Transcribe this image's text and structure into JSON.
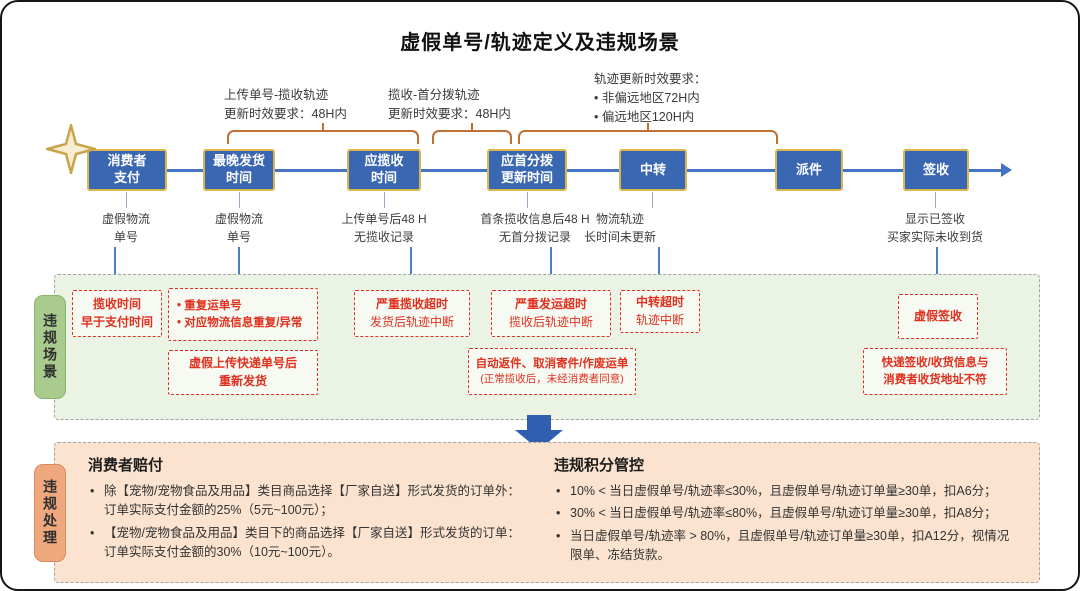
{
  "title": "虚假单号/轨迹定义及违规场景",
  "colors": {
    "node_blue": "#3a67b2",
    "node_border_gold": "#d9b64e",
    "bracket_orange": "#bf7034",
    "violation_red": "#e0301e",
    "scenario_bg_green": "#eaf3e4",
    "scenario_label_green": "#a9cb8d",
    "handling_bg_peach": "#fbe3cf",
    "handling_label_salmon": "#efa77d",
    "arrow_blue": "#2f5fae"
  },
  "annotations": [
    {
      "text": "上传单号-揽收轨迹\n更新时效要求：48H内"
    },
    {
      "text": "揽收-首分拨轨迹\n更新时效要求：48H内"
    },
    {
      "text": "轨迹更新时效要求：\n•  非偏远地区72H内\n•  偏远地区120H内"
    }
  ],
  "timeline": {
    "nodes": [
      {
        "label": "消费者\n支付"
      },
      {
        "label": "最晚发货\n时间"
      },
      {
        "label": "应揽收\n时间"
      },
      {
        "label": "应首分拨\n更新时间"
      },
      {
        "label": "中转"
      },
      {
        "label": "派件"
      },
      {
        "label": "签收"
      }
    ],
    "captions": [
      "虚假物流\n单号",
      "虚假物流\n单号",
      "上传单号后48 H\n无揽收记录",
      "首条揽收信息后48 H\n无首分拨记录",
      "物流轨迹\n长时间未更新",
      "显示已签收\n买家实际未收到货"
    ]
  },
  "violation_scenarios": {
    "label": "违规场景",
    "boxes": [
      {
        "bold": "揽收时间\n早于支付时间"
      },
      {
        "bullets": "•  重复运单号\n•  对应物流信息重复/异常"
      },
      {
        "bold": "虚假上传快递单号后\n重新发货"
      },
      {
        "bold": "严重揽收超时",
        "normal": "发货后轨迹中断"
      },
      {
        "bold": "严重发运超时",
        "normal": "揽收后轨迹中断"
      },
      {
        "bold": "自动返件、取消寄件/作废运单",
        "normal": "(正常揽收后，未经消费者同意)"
      },
      {
        "bold": "中转超时",
        "normal": "轨迹中断"
      },
      {
        "bold": "虚假签收"
      },
      {
        "bold": "快递签收/收货信息与\n消费者收货地址不符"
      }
    ]
  },
  "violation_handling": {
    "label": "违规处理",
    "consumer_compensation": {
      "title": "消费者赔付",
      "bullets": [
        "除【宠物/宠物食品及用品】类目商品选择【厂家自送】形式发货的订单外：订单实际支付金额的25%（5元~100元）；",
        "【宠物/宠物食品及用品】类目下的商品选择【厂家自送】形式发货的订单：订单实际支付金额的30%（10元~100元）。"
      ]
    },
    "points_control": {
      "title": "违规积分管控",
      "bullets": [
        "10% < 当日虚假单号/轨迹率≤30%，且虚假单号/轨迹订单量≥30单，扣A6分；",
        "30% < 当日虚假单号/轨迹率≤80%，且虚假单号/轨迹订单量≥30单，扣A8分；",
        "当日虚假单号/轨迹率 > 80%，且虚假单号/轨迹订单量≥30单，扣A12分，视情况限单、冻结货款。"
      ]
    }
  }
}
